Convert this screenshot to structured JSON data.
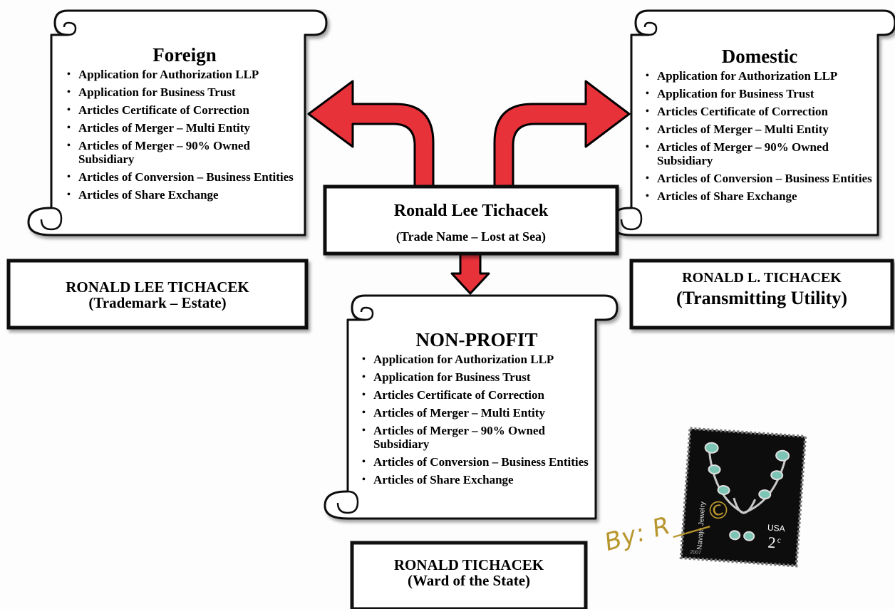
{
  "center": {
    "name": "Ronald Lee Tichacek",
    "subtitle": "(Trade Name – Lost at Sea)"
  },
  "scrolls": {
    "foreign": {
      "title": "Foreign",
      "items": [
        "Application for Authorization LLP",
        "Application for Business Trust",
        "Articles Certificate of Correction",
        "Articles of Merger – Multi Entity",
        "Articles of Merger – 90% Owned Subsidiary",
        "Articles of Conversion – Business Entities",
        "Articles of Share Exchange"
      ]
    },
    "domestic": {
      "title": "Domestic",
      "items": [
        "Application for Authorization LLP",
        "Application for Business Trust",
        "Articles Certificate of Correction",
        "Articles of Merger – Multi Entity",
        "Articles of Merger – 90% Owned Subsidiary",
        "Articles of Conversion – Business Entities",
        "Articles of Share Exchange"
      ]
    },
    "nonprofit": {
      "title": "NON-PROFIT",
      "items": [
        "Application for Authorization LLP",
        "Application for Business Trust",
        "Articles Certificate of Correction",
        "Articles of Merger – Multi Entity",
        "Articles of Merger – 90% Owned Subsidiary",
        "Articles of Conversion – Business Entities",
        "Articles of Share Exchange"
      ]
    }
  },
  "boxes": {
    "left": {
      "line1": "RONALD LEE TICHACEK",
      "line2": "(Trademark – Estate)"
    },
    "right": {
      "line1": "RONALD L. TICHACEK",
      "line2": "(Transmitting Utility)"
    },
    "bottom": {
      "line1": "RONALD TICHACEK",
      "line2": "(Ward of the State)"
    }
  },
  "stamp": {
    "country": "USA",
    "value": "2",
    "unit": "c",
    "caption": "Navajo Jewelry",
    "year": "2007"
  },
  "signature": "By: R___©",
  "colors": {
    "arrow": "#e8323a",
    "stamp_bg": "#0d0d0d",
    "turquoise": "#7cc4b4",
    "signature": "#b8962e"
  }
}
